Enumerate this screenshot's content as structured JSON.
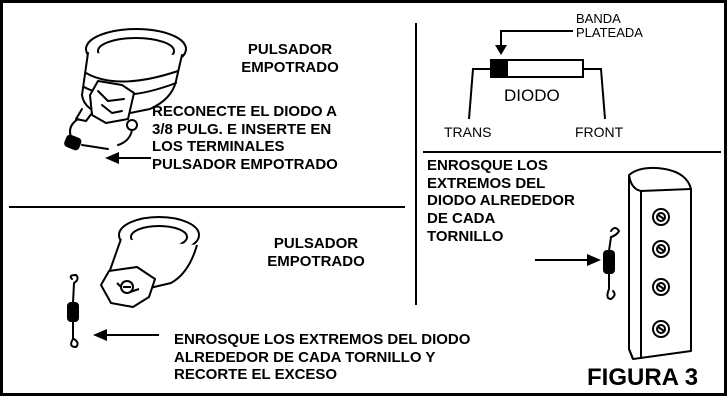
{
  "top_left": {
    "title_line1": "PULSADOR",
    "title_line2": "EMPOTRADO",
    "instruction_line1": "RECONECTE EL DIODO A",
    "instruction_line2": "3/8 PULG. E INSERTE EN",
    "instruction_line3": "LOS TERMINALES",
    "instruction_line4": "PULSADOR EMPOTRADO"
  },
  "bottom_left": {
    "title_line1": "PULSADOR",
    "title_line2": "EMPOTRADO",
    "instruction_line1": "ENROSQUE LOS EXTREMOS DEL DIODO",
    "instruction_line2": "ALREDEDOR DE CADA TORNILLO Y",
    "instruction_line3": "RECORTE EL EXCESO"
  },
  "diode_diagram": {
    "band_label_line1": "BANDA",
    "band_label_line2": "PLATEADA",
    "component_label": "DIODO",
    "left_lead_label": "TRANS",
    "right_lead_label": "FRONT"
  },
  "right_panel": {
    "instruction_line1": "ENROSQUE LOS",
    "instruction_line2": "EXTREMOS DEL",
    "instruction_line3": "DIODO ALREDEDOR",
    "instruction_line4": "DE CADA",
    "instruction_line5": "TORNILLO"
  },
  "figure_label": "FIGURA 3"
}
